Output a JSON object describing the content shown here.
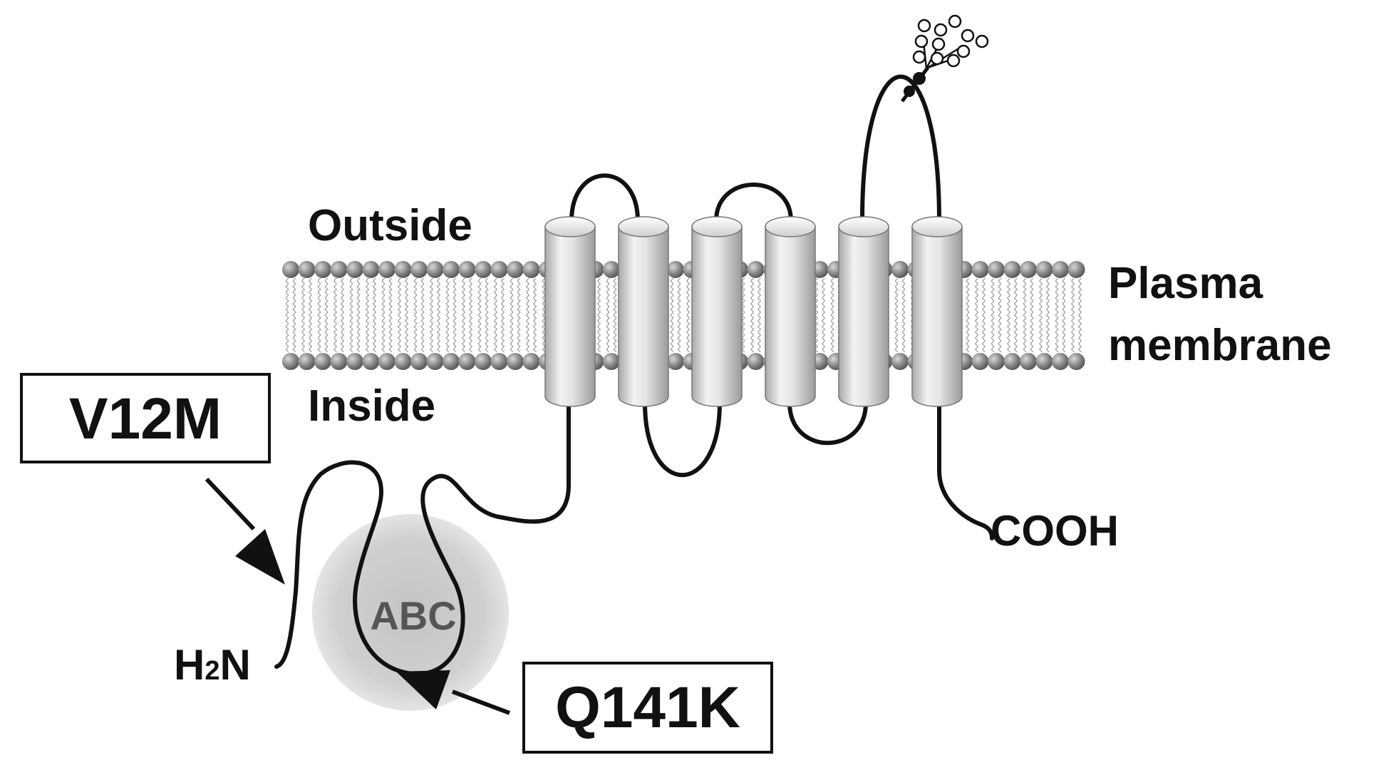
{
  "labels": {
    "outside": "Outside",
    "inside": "Inside",
    "plasma": "Plasma",
    "membrane": "membrane",
    "cooh": "COOH",
    "h2n_h": "H",
    "h2n_sub": "2",
    "h2n_n": "N",
    "abc": "ABC"
  },
  "mutations": [
    {
      "label": "V12M"
    },
    {
      "label": "Q141K"
    }
  ],
  "colors": {
    "ink": "#111111",
    "lipid_head": "#808080",
    "helix_body": "#d0d0d0",
    "abc_domain": "#cccccc",
    "abc_text": "#555555"
  },
  "helix_count": 6
}
